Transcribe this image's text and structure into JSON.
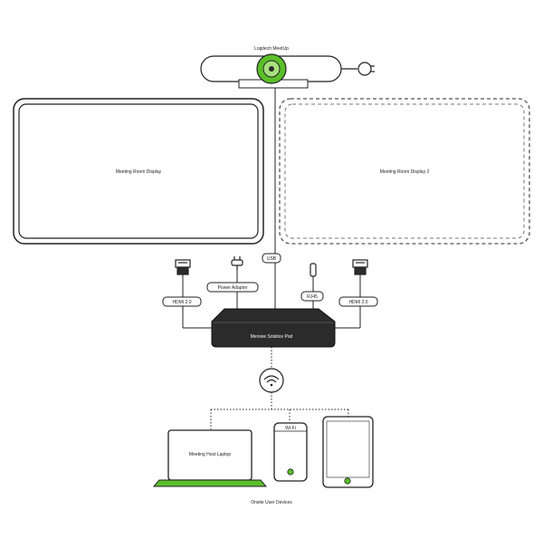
{
  "camera": {
    "label": "Logitech MeetUp"
  },
  "display1": {
    "label": "Meeting Room Display"
  },
  "display2": {
    "label": "Meeting Room Display 2"
  },
  "hub": {
    "label": "Mersive Solstice Pod"
  },
  "ports": {
    "usb": "USB",
    "hdmi_in": "HDMI 2.0",
    "power": "Power Adapter",
    "rj45": "RJ45",
    "hdmi_out": "HDMI 2.0"
  },
  "devices": {
    "laptop": "Meeting Host Laptop",
    "phone": "Wi-Fi",
    "footer": "Onsite User Devices"
  },
  "colors": {
    "accent": "#5bbf2a",
    "line": "#222222",
    "hub": "#2b2b2b"
  }
}
